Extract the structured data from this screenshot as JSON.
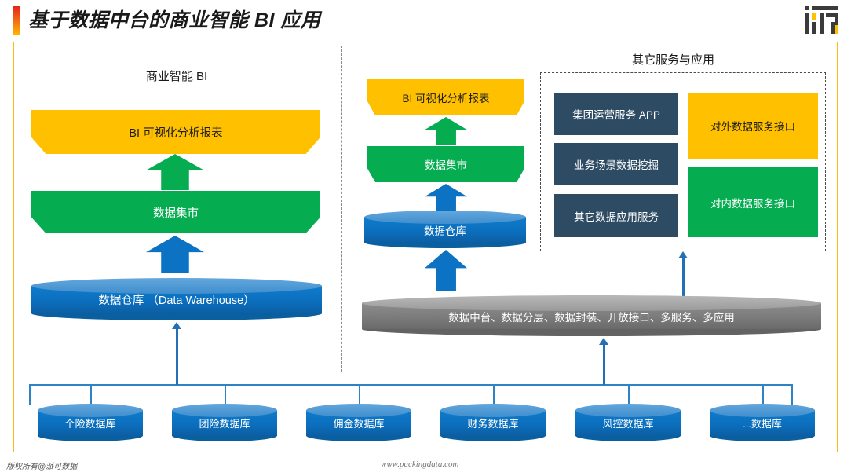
{
  "header": {
    "title": "基于数据中台的商业智能 BI 应用",
    "logo_name": "ifc-brand-logo",
    "accent_gradient": [
      "#e8241a",
      "#f06316",
      "#ffb500"
    ]
  },
  "palette": {
    "amber": "#ffc000",
    "green": "#06ad50",
    "blue": "#0b72c4",
    "navy": "#2d4b63",
    "gray": "#7b7b7b",
    "border": "#ffb81c",
    "connector": "#2e83c6"
  },
  "left_column": {
    "heading": "商业智能 BI",
    "layers": [
      {
        "label": "BI 可视化分析报表",
        "shape": "chevron",
        "color": "#ffc000"
      },
      {
        "label": "数据集市",
        "shape": "chevron",
        "color": "#06ad50"
      },
      {
        "label": "数据仓库 （Data Warehouse）",
        "shape": "cylinder",
        "color": "#0b72c4"
      }
    ],
    "arrows": [
      {
        "name": "arrow-mart-to-bi",
        "color": "#06ad50",
        "direction": "up"
      },
      {
        "name": "arrow-dw-to-mart",
        "color": "#0b72c4",
        "direction": "up"
      }
    ]
  },
  "middle_column": {
    "layers": [
      {
        "label": "BI 可视化分析报表",
        "shape": "chevron",
        "color": "#ffc000"
      },
      {
        "label": "数据集市",
        "shape": "chevron",
        "color": "#06ad50"
      },
      {
        "label": "数据仓库",
        "shape": "cylinder",
        "color": "#0b72c4"
      }
    ],
    "arrows": [
      {
        "name": "arrow-mart-to-bi",
        "color": "#06ad50",
        "direction": "up"
      },
      {
        "name": "arrow-dw-to-mart",
        "color": "#0b72c4",
        "direction": "up"
      },
      {
        "name": "arrow-platform-to-dw",
        "color": "#0b72c4",
        "direction": "up"
      }
    ]
  },
  "right_column": {
    "heading": "其它服务与应用",
    "tiles": [
      {
        "label": "集团运营服务 APP",
        "color": "#2d4b63"
      },
      {
        "label": "业务场景数据挖掘",
        "color": "#2d4b63"
      },
      {
        "label": "其它数据应用服务",
        "color": "#2d4b63"
      },
      {
        "label": "对外数据服务接口",
        "color": "#ffc000"
      },
      {
        "label": "对内数据服务接口",
        "color": "#06ad50"
      }
    ]
  },
  "data_platform": {
    "label": "数据中台、数据分层、数据封装、开放接口、多服务、多应用",
    "color": "#7b7b7b"
  },
  "source_databases": [
    {
      "label": "个险数据库"
    },
    {
      "label": "团险数据库"
    },
    {
      "label": "佣金数据库"
    },
    {
      "label": "财务数据库"
    },
    {
      "label": "风控数据库"
    },
    {
      "label": "...数据库"
    }
  ],
  "footer": {
    "copyright": "版权所有@派可数据",
    "site": "www.packingdata.com"
  }
}
